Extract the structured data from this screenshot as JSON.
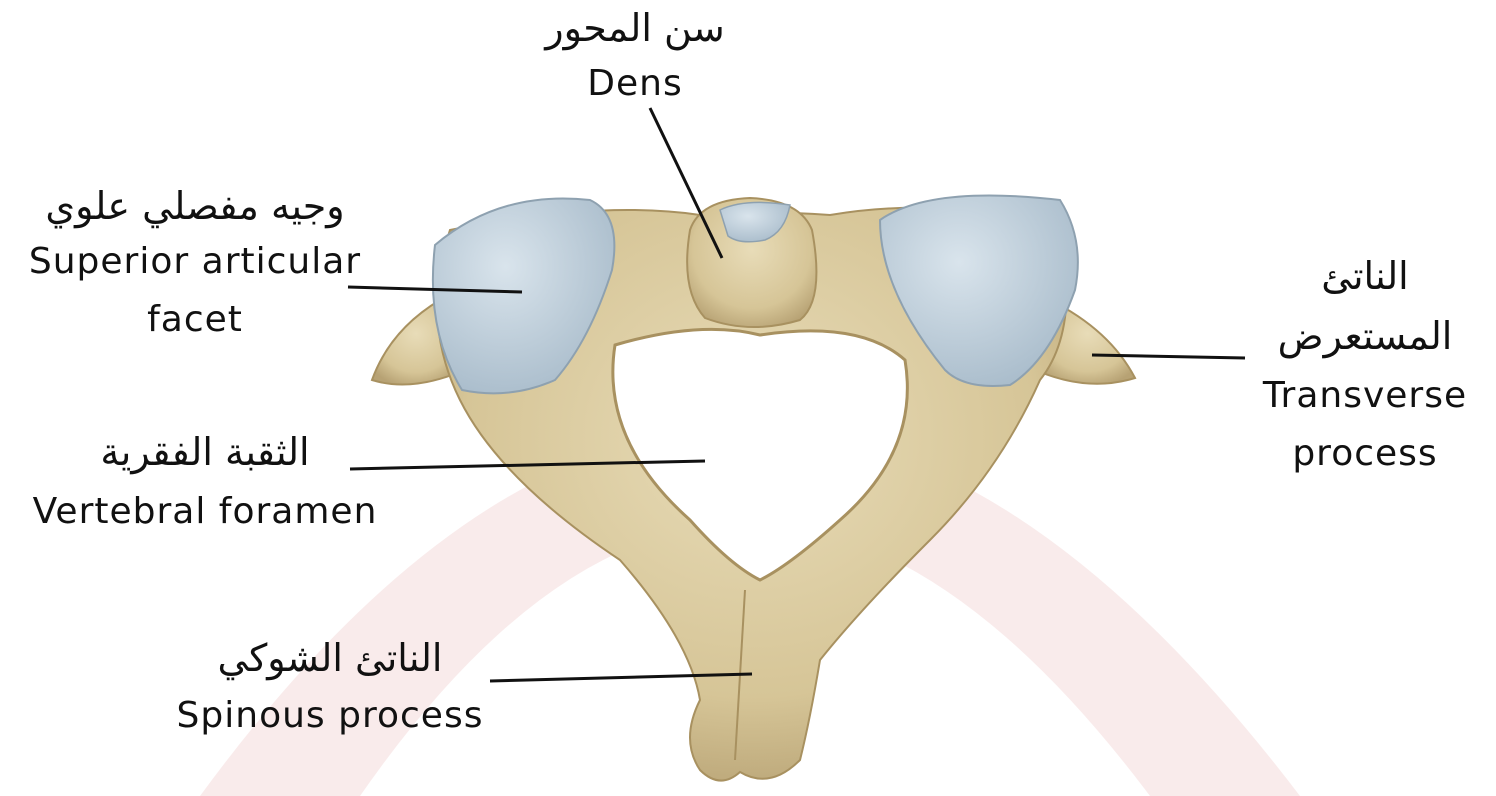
{
  "labels": {
    "dens": {
      "ar": "سن المحور",
      "en": "Dens"
    },
    "superior_facet": {
      "ar": "وجيه مفصلي علوي",
      "en_line1": "Superior articular",
      "en_line2": "facet"
    },
    "transverse": {
      "ar_line1": "الناتئ",
      "ar_line2": "المستعرض",
      "en_line1": "Transverse",
      "en_line2": "process"
    },
    "foramen": {
      "ar": "الثقبة الفقرية",
      "en": "Vertebral foramen"
    },
    "spinous": {
      "ar": "الناتئ الشوكي",
      "en": "Spinous process"
    }
  },
  "colors": {
    "bone": "#d9c9a0",
    "bone_shadow": "#b8a57a",
    "facet": "#bfd0dd",
    "watermark": "#f6dcdc",
    "leader_line": "#111111"
  }
}
